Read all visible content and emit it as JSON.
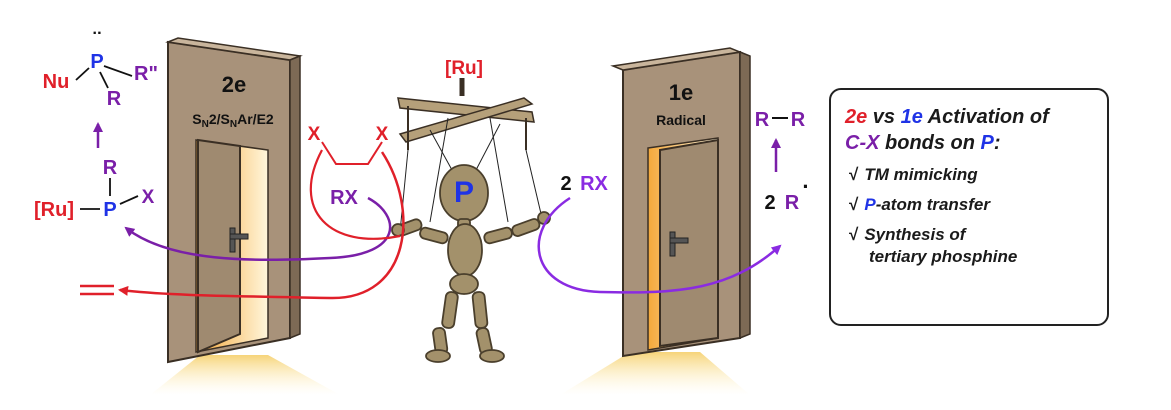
{
  "left_door": {
    "title": "2e",
    "mechanism": {
      "s1": "S",
      "n1": "N",
      "m1": "2/",
      "s2": "S",
      "n2": "N",
      "m2": "Ar/E2"
    }
  },
  "right_door": {
    "title": "1e",
    "subtitle": "Radical"
  },
  "puppeteer": {
    "label": "[Ru]",
    "figure_label": "P"
  },
  "reagents": {
    "dihalide_x1": "X",
    "dihalide_x2": "X",
    "rx_left": "RX",
    "rx_right_coeff": "2",
    "rx_right": "RX"
  },
  "left_products": {
    "top": {
      "nu": "Nu",
      "p": "P",
      "r": "R",
      "r2": "R\"",
      "lone_pair": "¨"
    },
    "mid": {
      "ru": "[Ru]",
      "p": "P",
      "r": "R",
      "x": "X"
    },
    "alkene": "="
  },
  "right_products": {
    "dimer_r1": "R",
    "dimer_r2": "R",
    "radical_coeff": "2",
    "radical_r": "R",
    "radical_dot": "·"
  },
  "info_box": {
    "title_2e": "2e",
    "title_vs": " vs ",
    "title_1e": "1e",
    "title_rest1": " Activation of",
    "title_cx": "C-X",
    "title_rest2": " bonds on ",
    "title_p": "P",
    "title_colon": ":",
    "check": "√",
    "item1": "TM mimicking",
    "item2_p": "P",
    "item2_rest": "-atom transfer",
    "item3_line1": "Synthesis of",
    "item3_line2": "tertiary phosphine"
  },
  "colors": {
    "red": "#e0202a",
    "blue": "#1f33e6",
    "purple": "#7a1fa8",
    "violet": "#8a2be2",
    "door": "#a8927a",
    "door_dark": "#7d6a55",
    "puppet": "#a3916b"
  }
}
